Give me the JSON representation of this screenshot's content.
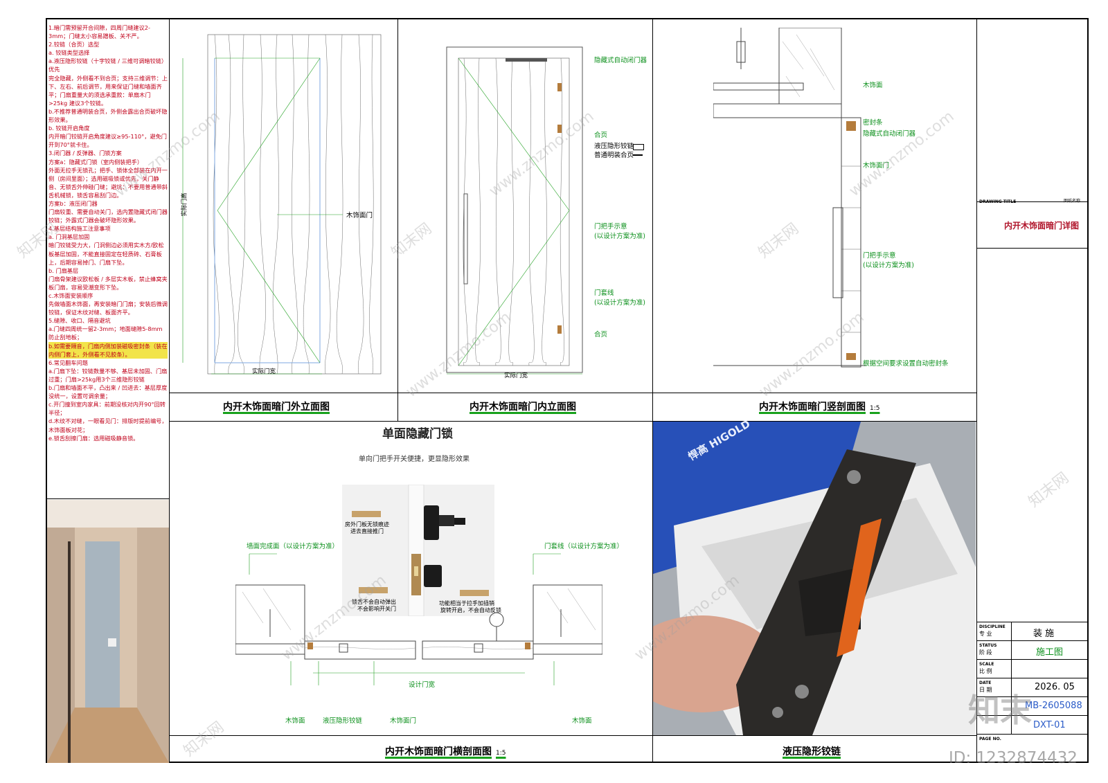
{
  "notes": {
    "lines": [
      "1.暗门需预留开合间隙，四周门缝建议2-3mm；门缝太小容易蹭板、关不严。",
      "2.铰链（合页）选型",
      "a. 铰链类型选择",
      "a.液压隐形铰链（十字铰链 / 三维可调暗铰链）优先",
      "完全隐藏，外侧看不到合页；支持三维调节：上下、左右、前后调节，用来保证门缝和墙面齐平；门扇重量大的须选承重款：单扇木门>25kg 建议3个铰链。",
      "b.不推荐普通明装合页，外侧会露出合页破坏隐形效果。",
      "b. 铰链开启角度",
      "内开暗门铰链开启角度建议≥95-110°，避免门开到70°就卡住。",
      "3.闭门器 / 反弹器、门锁方案",
      "方案a：隐藏式门锁（室内侧装把手）",
      "外面无拉手无锁孔；把手、锁体全部装在内开一侧（房间里面）；选用磁吸锁或优先，关门静音、无锁舌外伸碰门缝；避坑：不要用普通带斜舌机械锁，锁舌容易刮门边。",
      "方案b：液压闭门器",
      "门扇较重、需要自动关门，选内置隐藏式闭门器铰链；外露式门器会破坏隐形效果。",
      "4.基层结构施工注意事项",
      "a. 门洞基层加固",
      "暗门铰链受力大，门洞侧边必须用实木方/欧松板基层加固，不能直接固定在轻质砖、石膏板上，后期容易掉门、门扇下坠。",
      "b. 门扇基层",
      "门扇骨架建议欧松板 / 多层实木板，禁止蜂窝夹板门扇，容易受潮变形下坠。",
      "c.木饰面安装顺序",
      "先做墙面木饰面，再安装暗门门扇；安装后微调铰链，保证木纹对缝、板面齐平。",
      "5.缝隙、收口、隔音避坑",
      "a.门缝四周统一留2-3mm；地面缝隙5-8mm防止刮地板；",
      "b.如需要隔音，门扇内侧加装磁吸密封条（装在内侧门套上，外侧看不见胶条）。",
      "6.常见翻车问题",
      "a.门扇下坠：铰链数量不够、基层未加固、门扇过重；门扇>25kg用3个三维隐形铰链",
      "b.门扇和墙面不平，凸出来 / 凹进去：基层厚度没统一，设置可调余量；",
      "c.开门撞到室内家具：前期没核对内开90°回转半径；",
      "d.木纹不对缝，一眼看见门：排版时提前编号，木饰面板对花；",
      "e.锁舌刮擦门扇：选用磁吸静音锁。"
    ]
  },
  "panels": {
    "outer_elevation": {
      "title": "内开木饰面暗门外立面图",
      "labels": {
        "leaf": "木饰面门",
        "width": "实际门宽",
        "height": "实际门高"
      }
    },
    "inner_elevation": {
      "title": "内开木饰面暗门内立面图",
      "labels": {
        "closer": "隐藏式自动闭门器",
        "hinge": "合页",
        "legend_hydraulic": "液压隐形铰链",
        "legend_normal": "普通明装合页",
        "handle_1": "门把手示意",
        "handle_2": "(以设计方案为准)",
        "frame_1": "门套线",
        "frame_2": "(以设计方案为准)",
        "hinge_bottom": "合页",
        "width": "实际门宽"
      }
    },
    "vertical_section": {
      "title": "内开木饰面暗门竖剖面图",
      "scale": "1:5",
      "labels": {
        "veneer": "木饰面",
        "seal": "密封条",
        "closer": "隐藏式自动闭门器",
        "door": "木饰面门",
        "handle_1": "门把手示意",
        "handle_2": "(以设计方案为准)",
        "bottom_seal": "根据空间要求设置自动密封条"
      }
    },
    "horizontal_section": {
      "title": "内开木饰面暗门横剖面图",
      "scale": "1:5",
      "lock_title": "单面隐藏门锁",
      "lock_subtitle": "单向门把手开关便捷，更显隐形效果",
      "lock_note_1a": "房外门板无锁痕迹",
      "lock_note_1b": "进去直接推门",
      "lock_note_2a": "锁舌不会自动弹出",
      "lock_note_2b": "不会影响开关门",
      "lock_note_3a": "功能相当于拉手加插销",
      "lock_note_3b": "旋转开启，不会自动反锁",
      "labels": {
        "wall_left": "墙面完成面（以设计方案为准）",
        "frame_right": "门套线（以设计方案为准）",
        "veneer_left": "木饰面",
        "hinge": "液压隐形铰链",
        "door": "木饰面门",
        "veneer_right": "木饰面",
        "width": "设计门宽"
      }
    },
    "hinge_photo": {
      "title": "液压隐形铰链",
      "brand": "悍高 HIGOLD"
    }
  },
  "title_block": {
    "drawing_title_en": "DRAWING TITLE",
    "drawing_title_cn": "图纸名称",
    "drawing_name": "内开木饰面暗门详图",
    "discipline_en": "DISCIPLINE",
    "discipline_cn": "专 业",
    "discipline_value": "装 施",
    "status_en": "STATUS",
    "status_cn": "阶 段",
    "status_value": "施工图",
    "scale_en": "SCALE",
    "scale_cn": "比 例",
    "date_en": "DATE",
    "date_cn": "日 期",
    "date_value": "2026. 05",
    "mb_value": "MB-2605088",
    "page_no_en": "PAGE NO.",
    "page_value": "DXT-01"
  },
  "watermark": {
    "site": "www.znzmo.com",
    "brand": "知末网",
    "logo": "知末",
    "id": "ID: 1232874432"
  },
  "colors": {
    "accent_green": "#18a11c",
    "note_red": "#c0001a",
    "title_red": "#b0142a"
  }
}
